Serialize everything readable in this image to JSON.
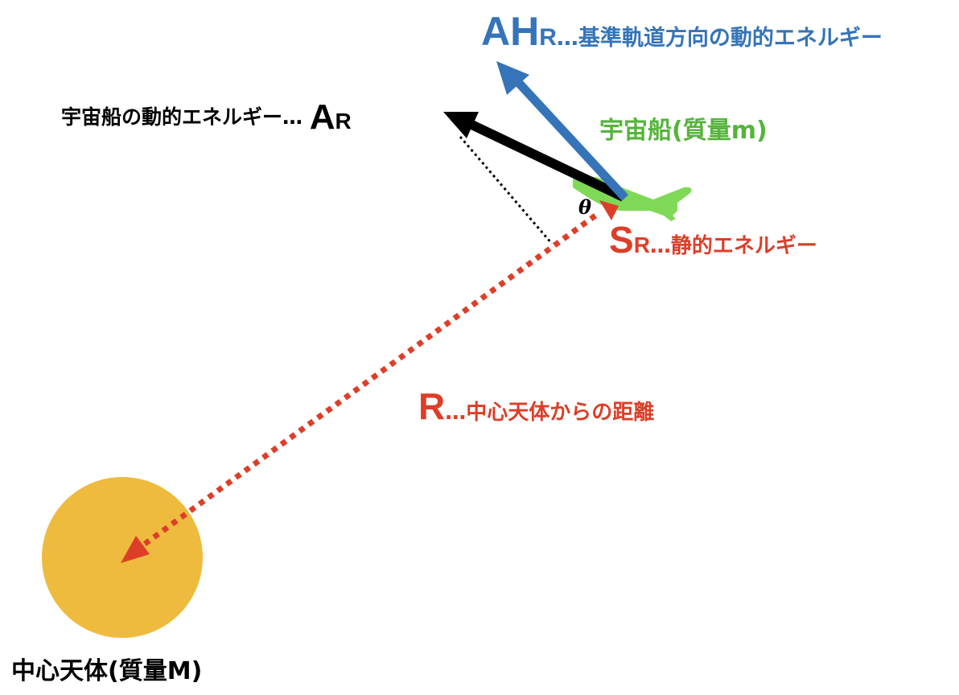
{
  "colors": {
    "blue": "#3574b9",
    "black": "#000000",
    "green": "#55b43b",
    "ship_green": "#7ed957",
    "red": "#dd3e28",
    "body_fill": "#efbb3e"
  },
  "labels": {
    "ahr": {
      "symbol": "AH",
      "sub": "R",
      "text": "…基準軌道方向の動的エネルギー"
    },
    "ar": {
      "text": "宇宙船の動的エネルギー… ",
      "symbol": "A",
      "sub": "R"
    },
    "ship": {
      "text": "宇宙船(質量m)"
    },
    "theta": {
      "text": "θ"
    },
    "sr": {
      "symbol": "S",
      "sub": "R",
      "text": "…静的エネルギー"
    },
    "r": {
      "symbol": "R",
      "text": "…中心天体からの距離"
    },
    "central_body": {
      "text": "中心天体(質量M)"
    }
  }
}
